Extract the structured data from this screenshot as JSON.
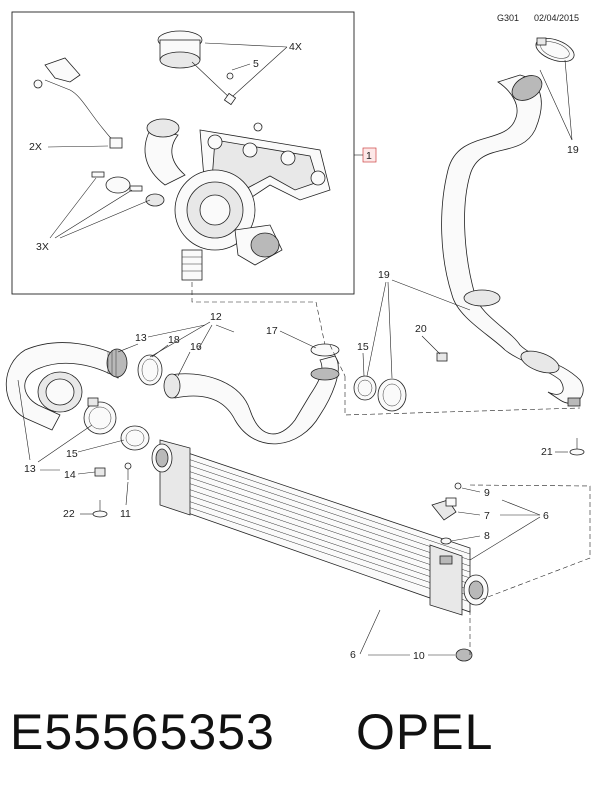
{
  "header": {
    "code": "G301",
    "date": "02/04/2015"
  },
  "callouts": {
    "c1": "1",
    "c2x": "2X",
    "c3x": "3X",
    "c4x": "4X",
    "c5": "5",
    "c6a": "6",
    "c6b": "6",
    "c7": "7",
    "c8": "8",
    "c9": "9",
    "c10": "10",
    "c11": "11",
    "c12": "12",
    "c13a": "13",
    "c13b": "13",
    "c14": "14",
    "c15a": "15",
    "c15b": "15",
    "c16": "16",
    "c17": "17",
    "c18": "18",
    "c19a": "19",
    "c19b": "19",
    "c20": "20",
    "c21": "21",
    "c22": "22"
  },
  "footer": {
    "part_number": "E55565353",
    "brand": "OPEL"
  }
}
